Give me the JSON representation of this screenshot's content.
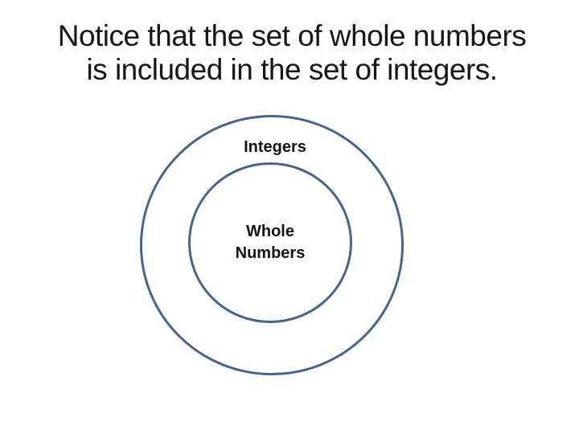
{
  "slide": {
    "title": {
      "line1": "Notice that the set of whole numbers",
      "line2": "is included in the set of integers."
    },
    "diagram": {
      "type": "concentric-set-diagram",
      "outer_set_label": "Integers",
      "inner_set_label_line1": "Whole",
      "inner_set_label_line2": "Numbers",
      "relationship": "Whole Numbers is a subset of Integers"
    },
    "colors": {
      "background": "#ffffff",
      "title_text": "#161616",
      "label_text": "#141414",
      "circle_stroke": "#47658c"
    }
  }
}
